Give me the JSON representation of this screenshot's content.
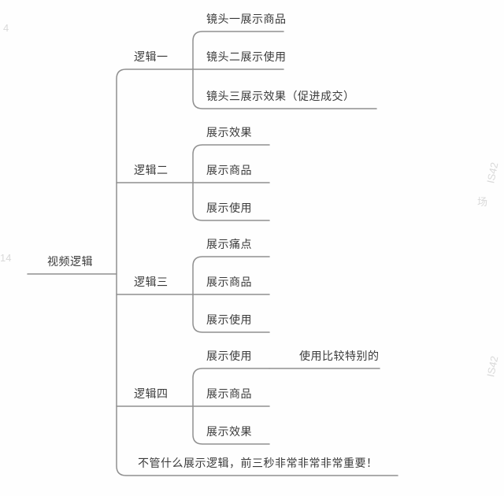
{
  "root": {
    "label": "视频逻辑"
  },
  "branches": [
    {
      "label": "逻辑一",
      "children": [
        "镜头一展示商品",
        "镜头二展示使用",
        "镜头三展示效果（促进成交）"
      ]
    },
    {
      "label": "逻辑二",
      "children": [
        "展示效果",
        "展示商品",
        "展示使用"
      ]
    },
    {
      "label": "逻辑三",
      "children": [
        "展示痛点",
        "展示商品",
        "展示使用"
      ]
    },
    {
      "label": "逻辑四",
      "children": [
        "展示使用",
        "展示商品",
        "展示效果"
      ],
      "grandchild": "使用比较特别的"
    }
  ],
  "note": "不管什么展示逻辑，前三秒非常非常非常重要！",
  "watermarks": {
    "top_left": "4",
    "mid_left": "14",
    "right_vertical": "IS42",
    "right_char": "场",
    "right_lower": "IS42"
  },
  "colors": {
    "line": "#8f8f8f",
    "text": "#3a3a3a",
    "watermark": "#d9d9d9",
    "background": "#fefefe"
  }
}
